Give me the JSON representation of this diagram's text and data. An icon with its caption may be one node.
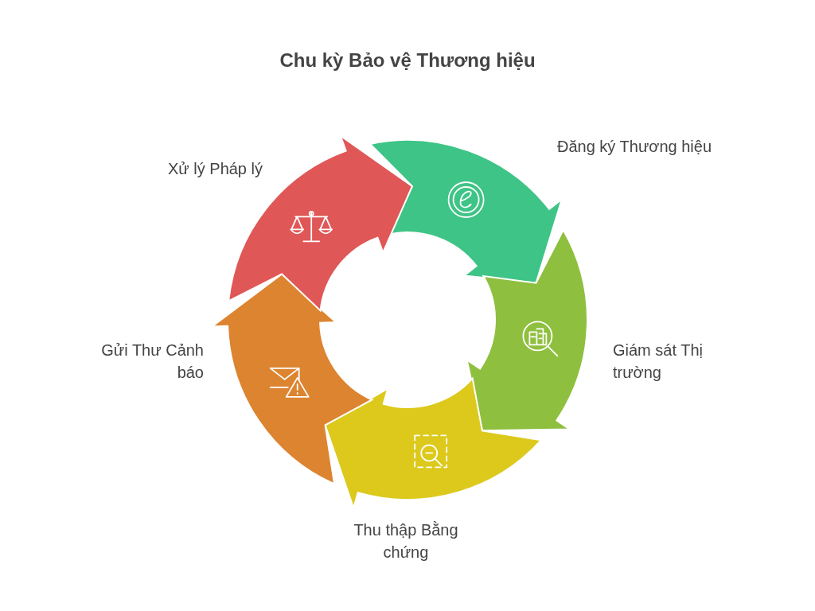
{
  "diagram": {
    "title": "Chu kỳ Bảo vệ Thương hiệu",
    "nodes": [
      {
        "text": [
          "Đăng ký Thương hiệu"
        ]
      },
      {
        "text": [
          "Giám sát Thị trường"
        ]
      },
      {
        "text": [
          "Thu thập Bằng chứng"
        ]
      },
      {
        "text": [
          "Gửi Thư Cảnh báo"
        ]
      },
      {
        "text": [
          "Xử lý Pháp lý"
        ]
      }
    ]
  }
}
